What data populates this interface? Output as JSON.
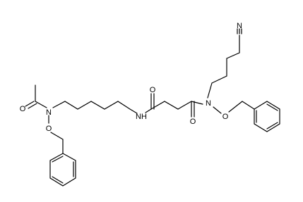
{
  "diagram": {
    "type": "chemical-structure",
    "atom_labels": {
      "o_acetyl": "O",
      "n_left": "N",
      "o_ether_left": "O",
      "n_amide": "NH",
      "o_upper_carbonyl": "O",
      "o_lower_carbonyl": "O",
      "n_right": "N",
      "o_ether_right": "O",
      "n_nitrile": "N"
    },
    "colors": {
      "bond": "#000000",
      "label": "#000000",
      "background": "#ffffff"
    }
  }
}
